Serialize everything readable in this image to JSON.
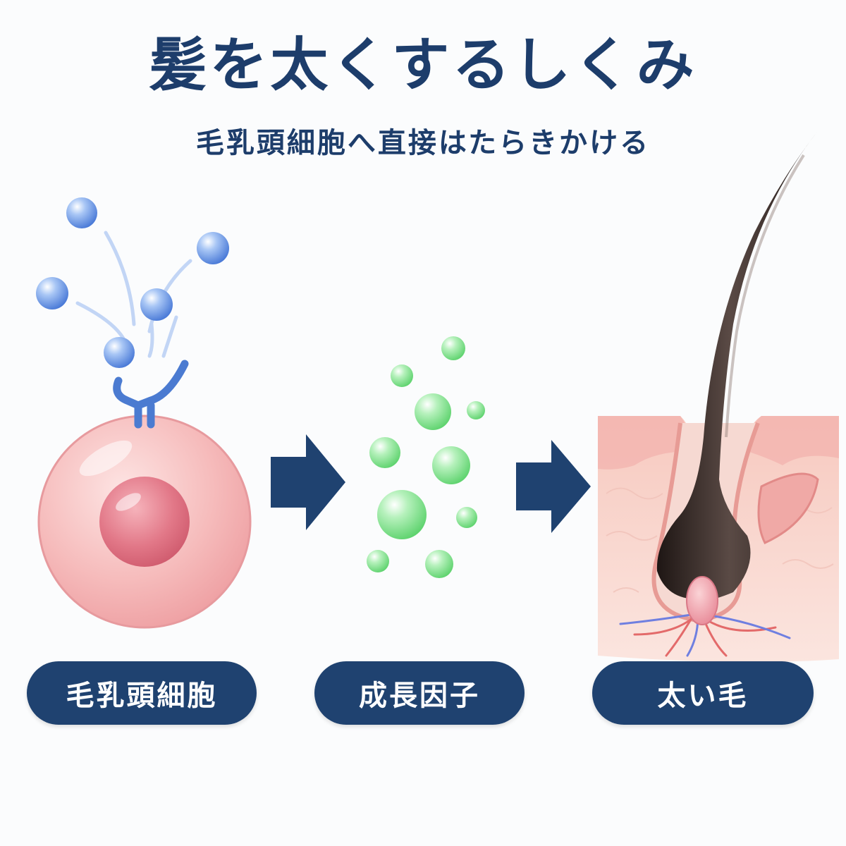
{
  "title": "髪を太くするしくみ",
  "subtitle": "毛乳頭細胞へ直接はたらきかける",
  "steps": [
    {
      "label": "毛乳頭細胞",
      "icon": "cell-icon"
    },
    {
      "label": "成長因子",
      "icon": "growth-factor-icon"
    },
    {
      "label": "太い毛",
      "icon": "hair-follicle-icon"
    }
  ],
  "colors": {
    "navy": "#1f4270",
    "cell_pink": "#f5b4b6",
    "nucleus": "#e06f82",
    "molecule_blue": "#4f7ddb",
    "growth_green": "#7fe08a",
    "hair": "#2e2320",
    "skin": "#f8cfc6"
  }
}
